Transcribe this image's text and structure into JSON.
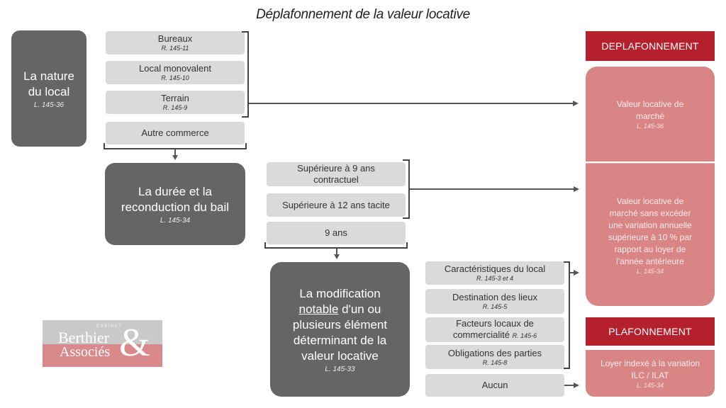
{
  "title": "Déplafonnement de la valeur locative",
  "left": {
    "nature": {
      "line1": "La nature",
      "line2": "du local",
      "ref": "L. 145-36"
    },
    "duree": {
      "line1": "La durée et la",
      "line2": "reconduction du bail",
      "ref": "L. 145-34"
    },
    "modif": {
      "line1": "La modification",
      "line2_underlined": "notable",
      "line2_rest": " d'un ou",
      "line3": "plusieurs élément",
      "line4": "déterminant de la",
      "line5": "valeur locative",
      "ref": "L. 145-33"
    }
  },
  "nature_options": [
    {
      "label": "Bureaux",
      "ref": "R. 145-11"
    },
    {
      "label": "Local monovalent",
      "ref": "R. 145-10"
    },
    {
      "label": "Terrain",
      "ref": "R. 145-9"
    },
    {
      "label": "Autre commerce"
    }
  ],
  "duree_options": [
    {
      "line1": "Supérieure à 9 ans",
      "line2": "contractuel"
    },
    {
      "label": "Supérieure à 12 ans tacite"
    },
    {
      "label": "9 ans"
    }
  ],
  "modif_options": [
    {
      "label": "Caractéristiques du local",
      "ref": "R. 145-3 et 4"
    },
    {
      "label": "Destination des lieux",
      "ref": "R. 145-5"
    },
    {
      "line1": "Facteurs locaux de",
      "line2": "commercialité",
      "ref": "R. 145-6"
    },
    {
      "label": "Obligations des parties",
      "ref": "R. 145-8"
    },
    {
      "label": "Aucun"
    }
  ],
  "deplafonnement": {
    "header": "DEPLAFONNEMENT",
    "result1": {
      "line1": "Valeur locative de",
      "line2": "marché",
      "ref": "L. 145-36"
    },
    "result2": {
      "line1": "Valeur locative de",
      "line2": "marché sans excéder",
      "line3": "une variation annuelle",
      "line4": "supérieure à 10 % par",
      "line5": "rapport au loyer de",
      "line6": "l'année antérieure",
      "ref": "L. 145-34"
    }
  },
  "plafonnement": {
    "header": "PLAFONNEMENT",
    "result": {
      "line1": "Loyer indexé à la variation",
      "line2": "ILC / ILAT",
      "ref": "L. 145-34"
    }
  },
  "logo": {
    "small": "CABINET",
    "name1": "Berthier",
    "name2": "Associés",
    "amp": "&"
  },
  "colors": {
    "accent_red": "#b5202d",
    "pink": "#d98585",
    "dark_gray": "#656565",
    "light_gray": "#dadada"
  }
}
